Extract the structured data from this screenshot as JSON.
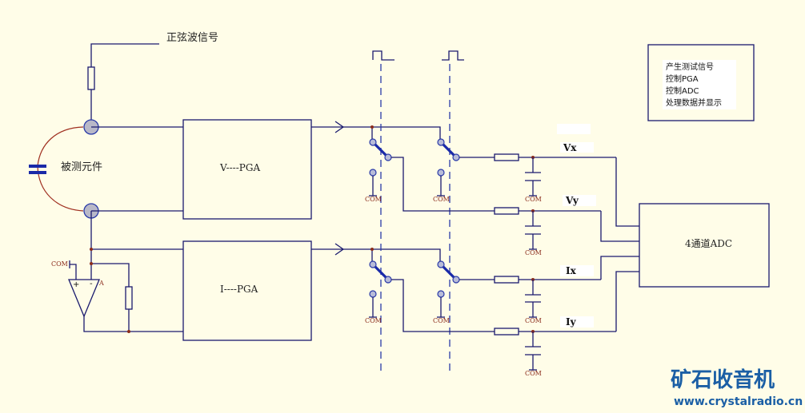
{
  "labels": {
    "sine_signal": "正弦波信号",
    "dut": "被测元件",
    "v_pga": "V----PGA",
    "i_pga": "I----PGA",
    "adc": "4通道ADC",
    "com": "COM",
    "opamp_plus": "+",
    "opamp_minus": "-",
    "opamp_name": "A"
  },
  "signals": [
    "Vx",
    "Vy",
    "Ix",
    "Iy"
  ],
  "controller": {
    "lines": [
      "产生测试信号",
      "控制PGA",
      "控制ADC",
      "处理数据并显示"
    ]
  },
  "watermark": {
    "title": "矿石收音机",
    "url": "www.crystalradio.cn",
    "color": "#1b5fa5"
  }
}
